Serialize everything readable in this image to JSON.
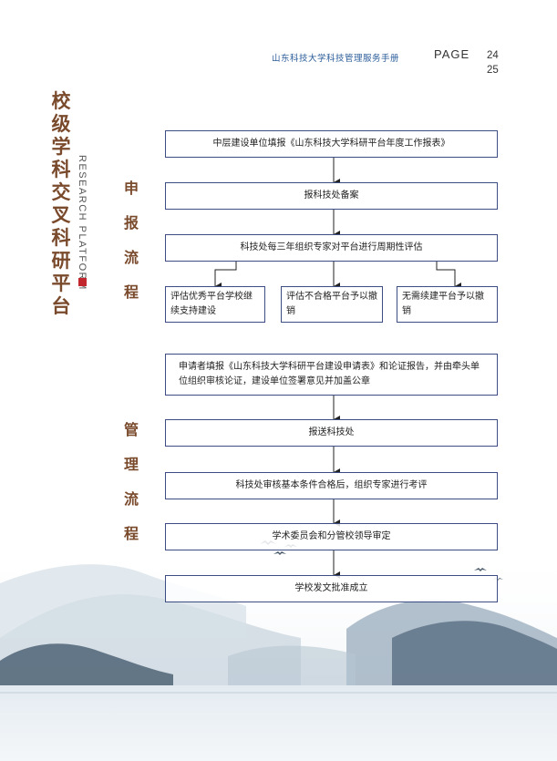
{
  "header": {
    "title": "山东科技大学科技管理服务手册",
    "page_label": "PAGE",
    "page_numbers": [
      "24",
      "25"
    ]
  },
  "side": {
    "title_chars": [
      "校",
      "级",
      "学",
      "科",
      "交",
      "叉",
      "科",
      "研",
      "平",
      "台"
    ],
    "english": "RESEARCH PLATFORM"
  },
  "apply": {
    "label_chars": [
      "申",
      "报",
      "流",
      "程"
    ],
    "steps": [
      "中层建设单位填报《山东科技大学科研平台年度工作报表》",
      "报科技处备案",
      "科技处每三年组织专家对平台进行周期性评估"
    ],
    "branches": [
      "评估优秀平台学校继续支持建设",
      "评估不合格平台予以撤销",
      "无需续建平台予以撤销"
    ]
  },
  "manage": {
    "label_chars": [
      "管",
      "理",
      "流",
      "程"
    ],
    "steps": [
      "申请者填报《山东科技大学科研平台建设申请表》和论证报告，并由牵头单位组织审核论证，建设单位签署意见并加盖公章",
      "报送科技处",
      "科技处审核基本条件合格后，组织专家进行考评",
      "学术委员会和分管校领导审定",
      "学校发文批准成立"
    ]
  },
  "colors": {
    "box_border": "#3c4d83",
    "accent_brown": "#7a4a2c",
    "header_blue": "#2a5c9a",
    "marker_red": "#c1272d"
  }
}
